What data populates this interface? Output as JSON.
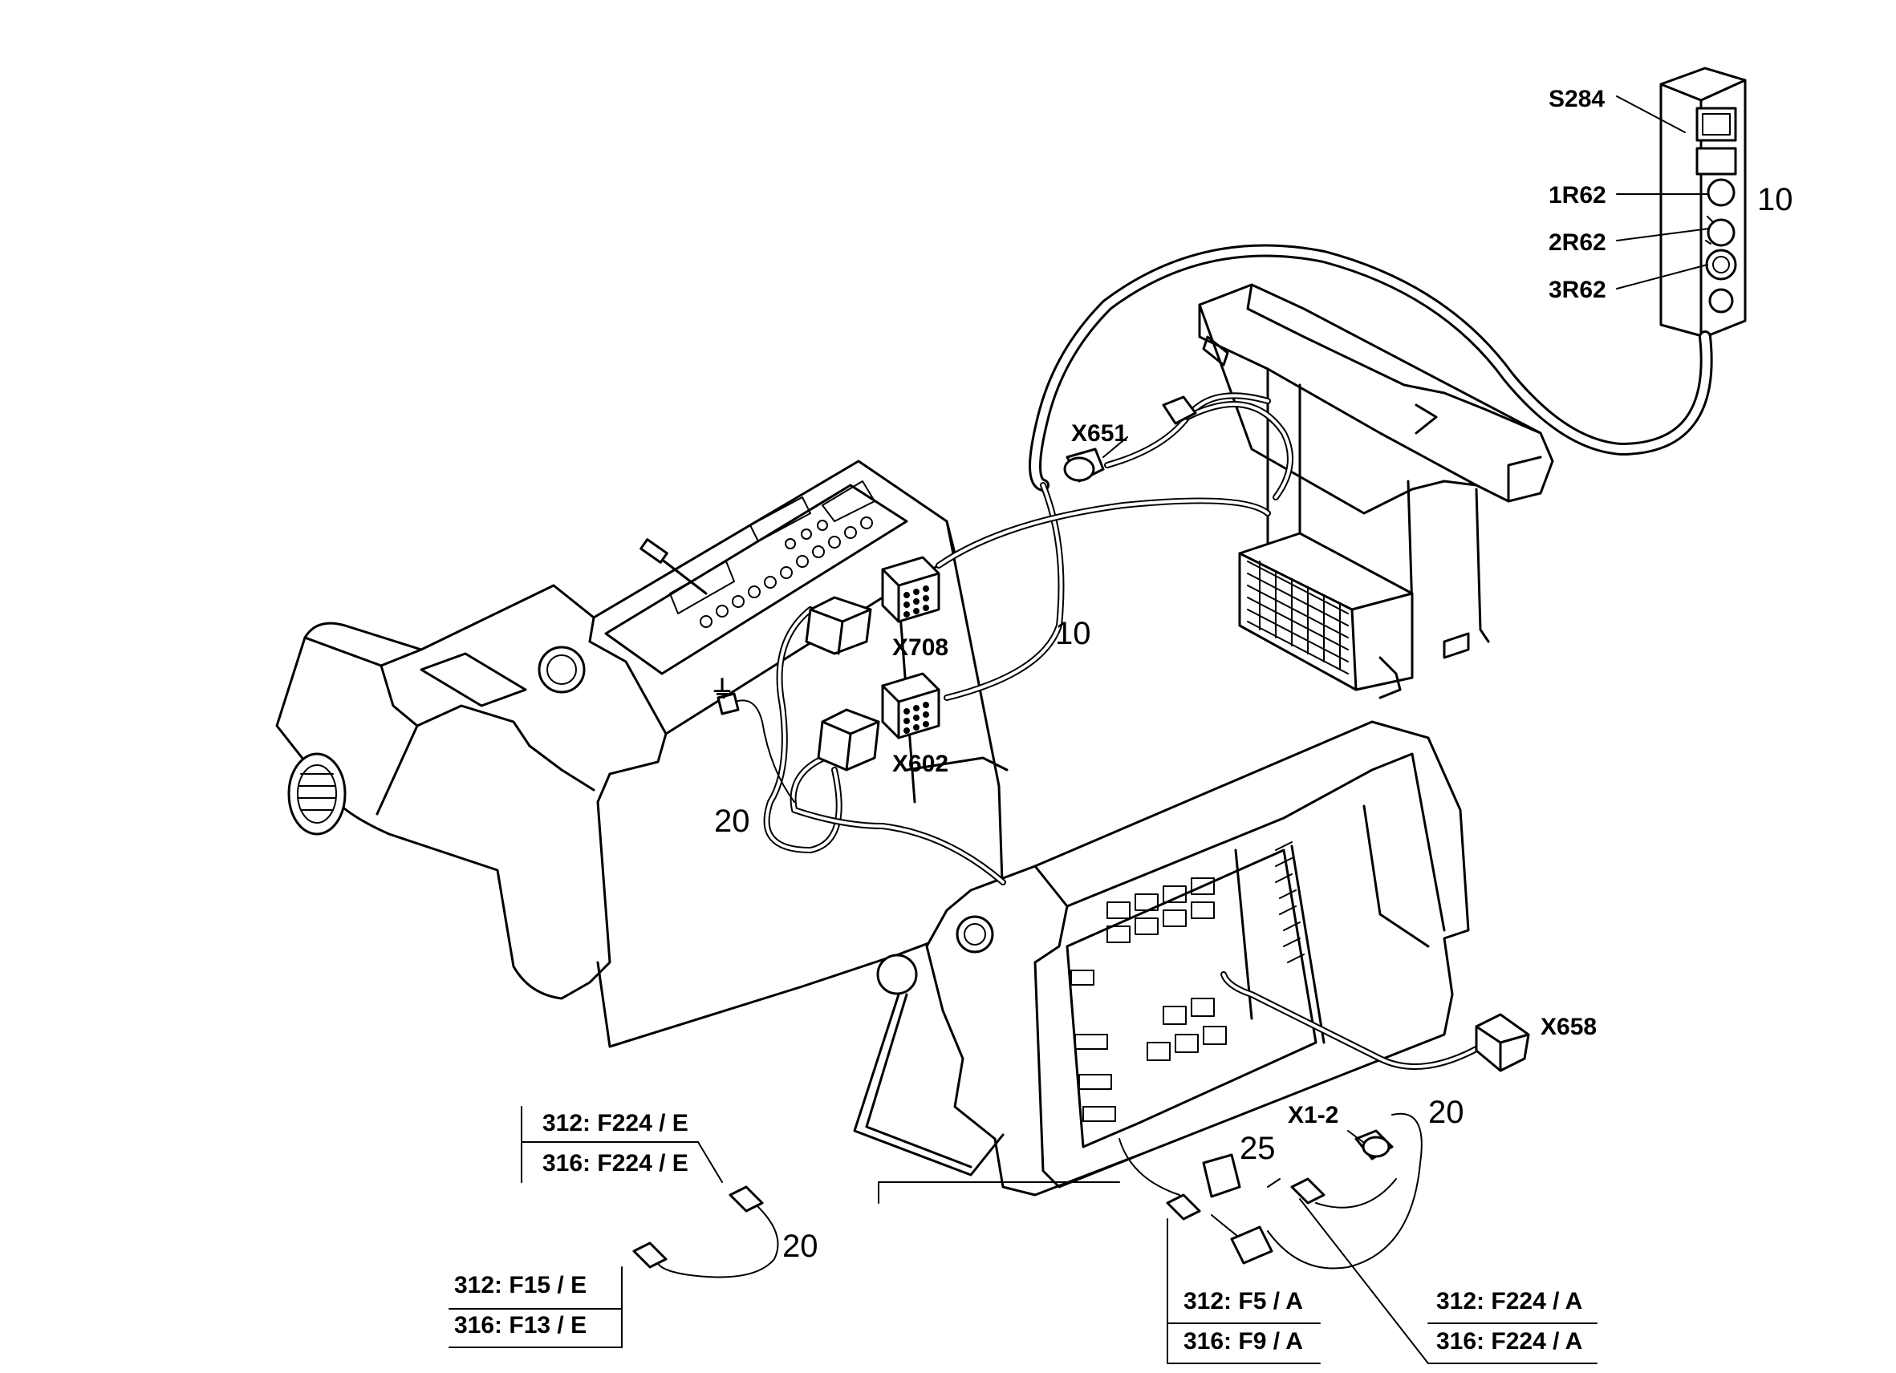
{
  "labels": {
    "s284": "S284",
    "r1": "1R62",
    "r2": "2R62",
    "r3": "3R62",
    "x651": "X651",
    "x708": "X708",
    "x602": "X602",
    "x658": "X658",
    "x12": "X1-2"
  },
  "numbers": {
    "n10_top": "10",
    "n10_mid": "10",
    "n20_left": "20",
    "n20_right": "20",
    "n20_bottom": "20",
    "n25": "25"
  },
  "tables": {
    "top_left": [
      "312: F224 / E",
      "316: F224 / E"
    ],
    "bottom_left": [
      "312: F15 / E",
      "316: F13 / E"
    ],
    "bottom_mid": [
      "312: F5 / A",
      "316: F9 / A"
    ],
    "bottom_right": [
      "312: F224 / A",
      "316: F224 / A"
    ]
  },
  "symbols": {
    "ground": "⏚"
  }
}
